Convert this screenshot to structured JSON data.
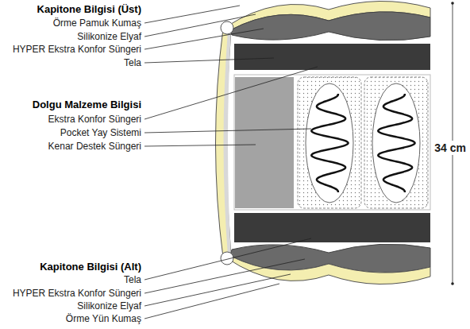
{
  "diagram": {
    "labels": [
      "Kapitone Bilgisi (Üst)",
      "Örme Pamuk Kumaş",
      "Silikonize Elyaf",
      "HYPER Ekstra Konfor Süngeri",
      "Tela",
      "Dolgu Malzeme Bilgisi",
      "Ekstra Konfor Süngeri",
      "Pocket Yay Sistemi",
      "Kenar Destek Süngeri",
      "Kapitone Bilgisi (Alt)",
      "Tela",
      "HYPER Ekstra Konfor Süngeri",
      "Silikonize Elyaf",
      "Örme Yün Kumaş",
      "34 cm"
    ]
  }
}
